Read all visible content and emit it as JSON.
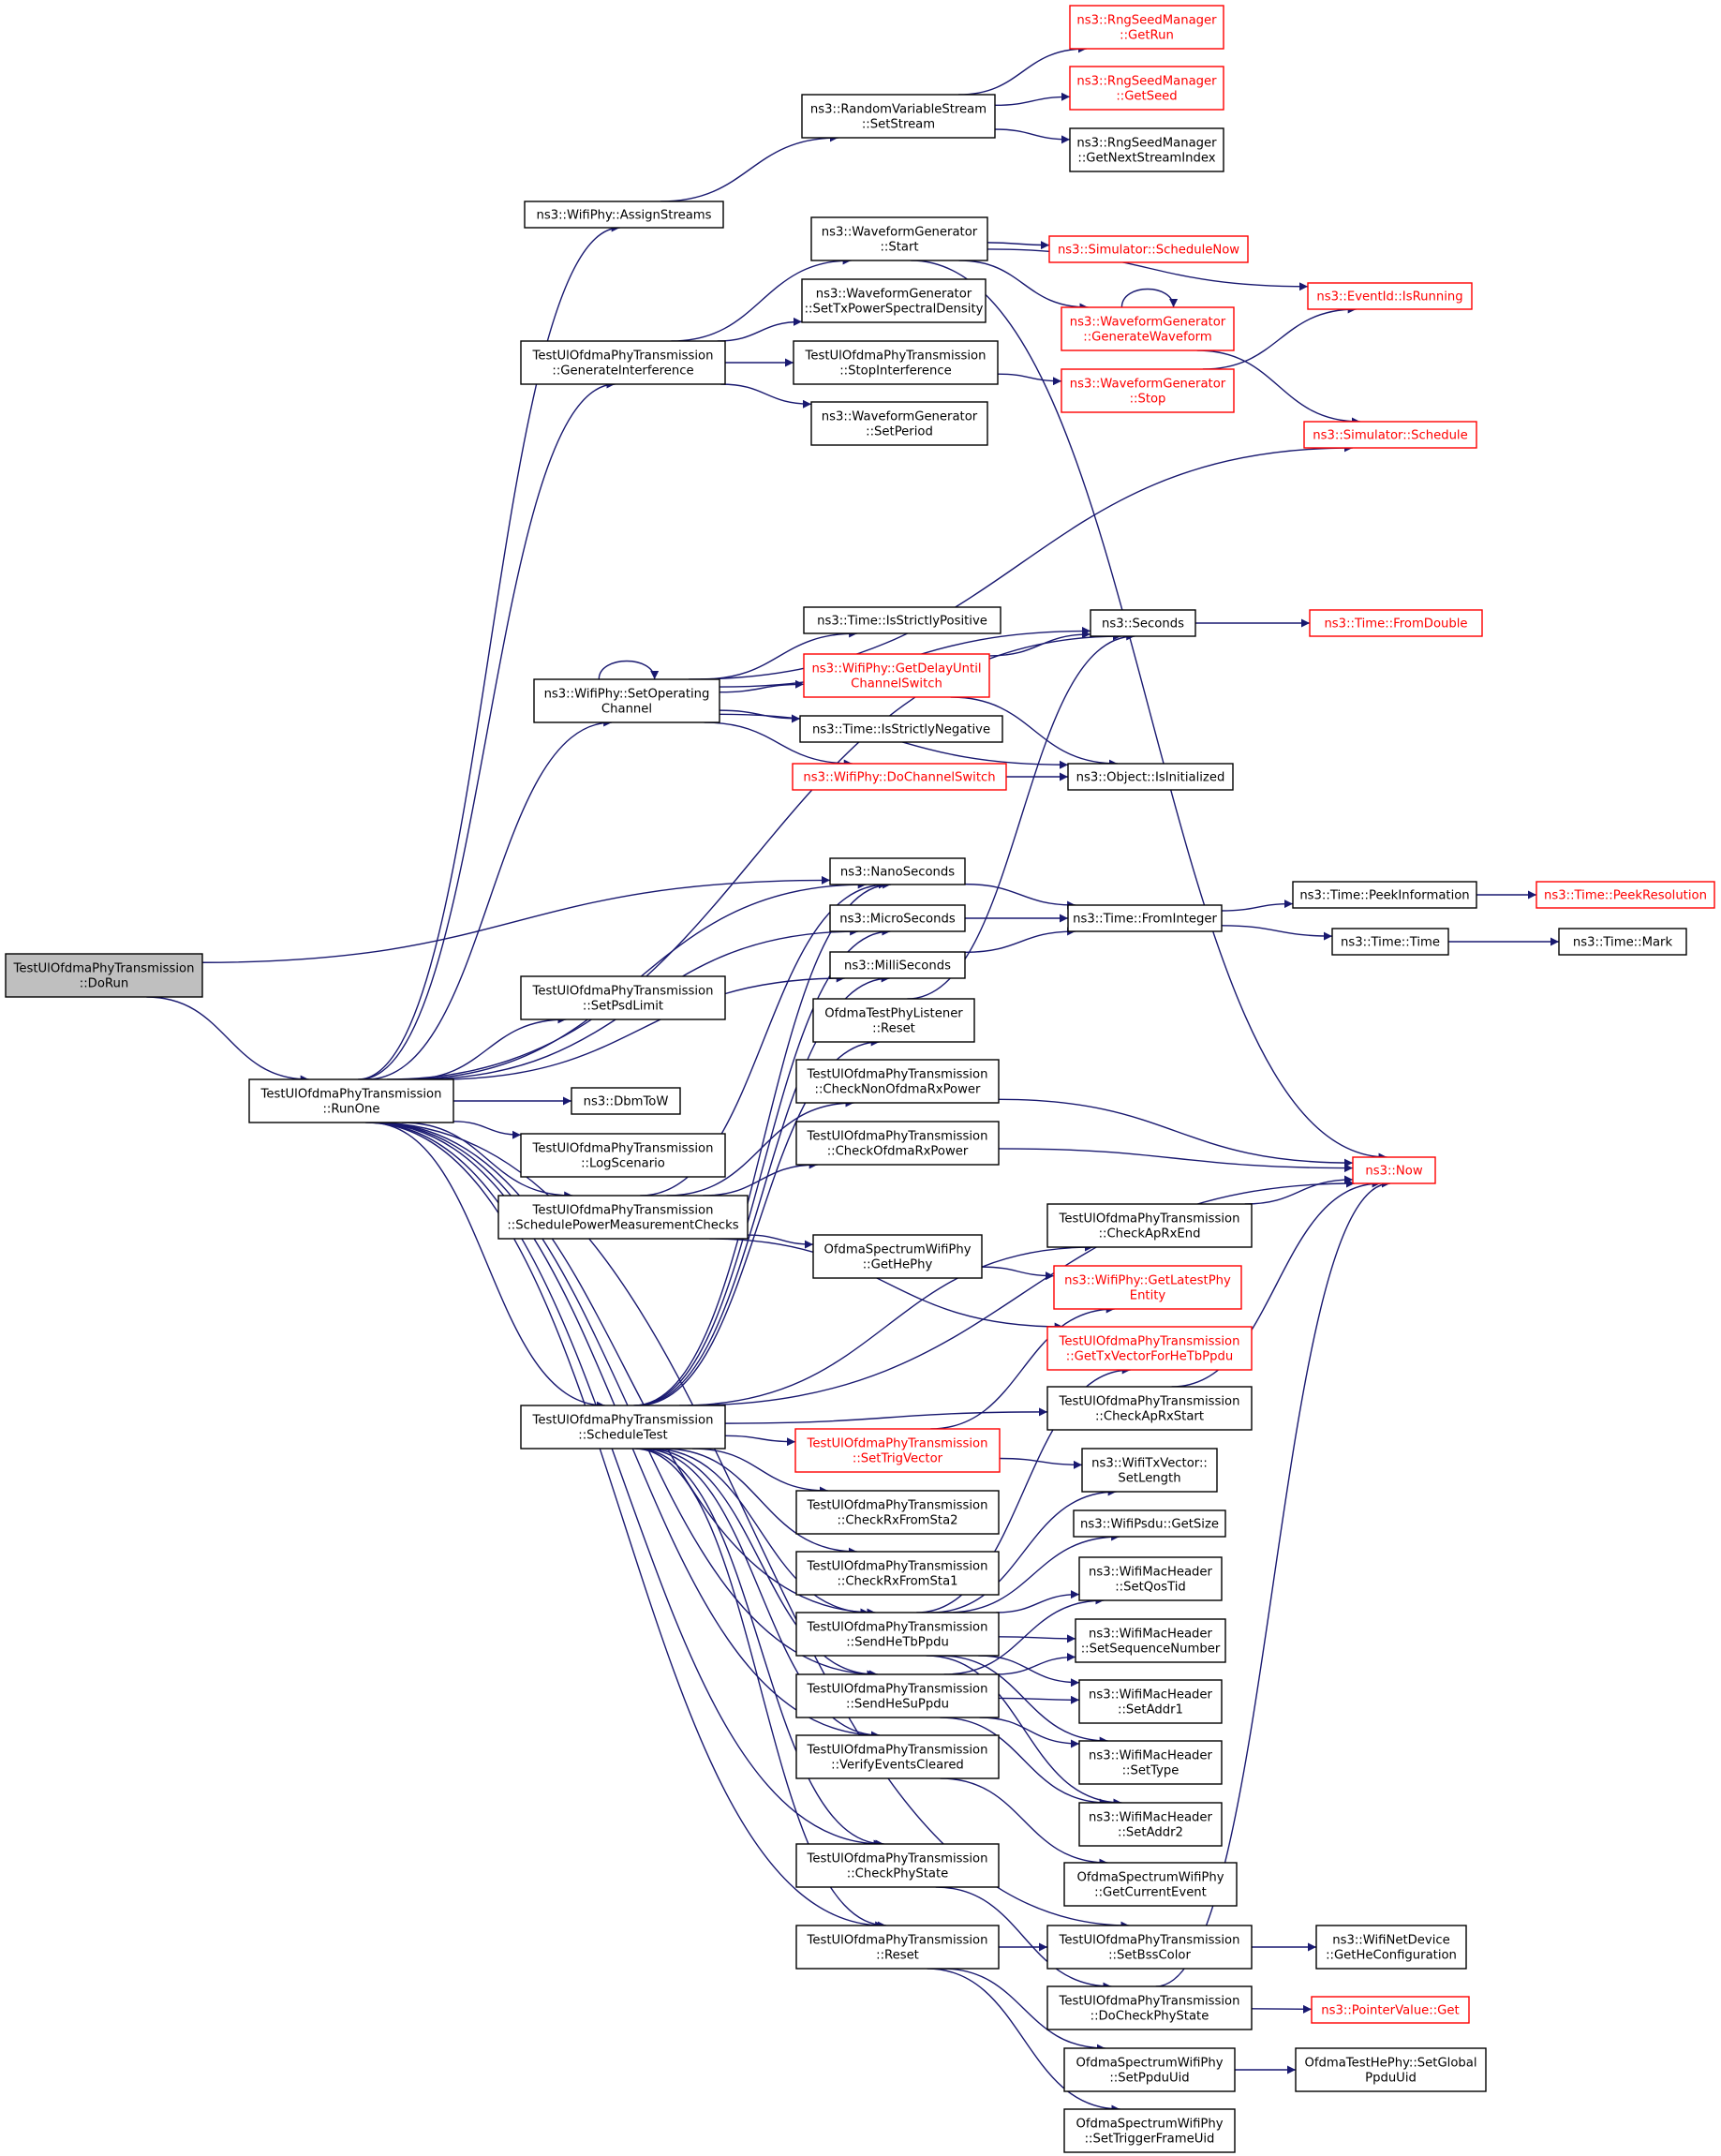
{
  "colors": {
    "edge": "#191970",
    "border": "#000000",
    "red_border": "#ff0000",
    "root_fill": "#bfbfbf",
    "background": "#ffffff"
  },
  "nodes": {
    "doRun": {
      "lines": [
        "TestUlOfdmaPhyTransmission",
        "::DoRun"
      ],
      "style": "root"
    },
    "runOne": {
      "lines": [
        "TestUlOfdmaPhyTransmission",
        "::RunOne"
      ],
      "style": "normal"
    },
    "assignStreams": {
      "lines": [
        "ns3::WifiPhy::AssignStreams"
      ],
      "style": "normal"
    },
    "setStream": {
      "lines": [
        "ns3::RandomVariableStream",
        "::SetStream"
      ],
      "style": "normal"
    },
    "getRun": {
      "lines": [
        "ns3::RngSeedManager",
        "::GetRun"
      ],
      "style": "red"
    },
    "getSeed": {
      "lines": [
        "ns3::RngSeedManager",
        "::GetSeed"
      ],
      "style": "red"
    },
    "getNextStream": {
      "lines": [
        "ns3::RngSeedManager",
        "::GetNextStreamIndex"
      ],
      "style": "normal"
    },
    "genInterf": {
      "lines": [
        "TestUlOfdmaPhyTransmission",
        "::GenerateInterference"
      ],
      "style": "normal"
    },
    "wgStart": {
      "lines": [
        "ns3::WaveformGenerator",
        "::Start"
      ],
      "style": "normal"
    },
    "wgSetTx": {
      "lines": [
        "ns3::WaveformGenerator",
        "::SetTxPowerSpectralDensity"
      ],
      "style": "normal"
    },
    "stopInterf": {
      "lines": [
        "TestUlOfdmaPhyTransmission",
        "::StopInterference"
      ],
      "style": "normal"
    },
    "wgSetPeriod": {
      "lines": [
        "ns3::WaveformGenerator",
        "::SetPeriod"
      ],
      "style": "normal"
    },
    "schedNow": {
      "lines": [
        "ns3::Simulator::ScheduleNow"
      ],
      "style": "red"
    },
    "wgGenWave": {
      "lines": [
        "ns3::WaveformGenerator",
        "::GenerateWaveform"
      ],
      "style": "red"
    },
    "wgStop": {
      "lines": [
        "ns3::WaveformGenerator",
        "::Stop"
      ],
      "style": "red"
    },
    "isRunning": {
      "lines": [
        "ns3::EventId::IsRunning"
      ],
      "style": "red"
    },
    "schedule": {
      "lines": [
        "ns3::Simulator::Schedule"
      ],
      "style": "red"
    },
    "setOpChan": {
      "lines": [
        "ns3::WifiPhy::SetOperating",
        "Channel"
      ],
      "style": "normal"
    },
    "isStrictPos": {
      "lines": [
        "ns3::Time::IsStrictlyPositive"
      ],
      "style": "normal"
    },
    "getDelay": {
      "lines": [
        "ns3::WifiPhy::GetDelayUntil",
        "ChannelSwitch"
      ],
      "style": "red"
    },
    "isStrictNeg": {
      "lines": [
        "ns3::Time::IsStrictlyNegative"
      ],
      "style": "normal"
    },
    "doChanSwitch": {
      "lines": [
        "ns3::WifiPhy::DoChannelSwitch"
      ],
      "style": "red"
    },
    "seconds": {
      "lines": [
        "ns3::Seconds"
      ],
      "style": "normal"
    },
    "fromDouble": {
      "lines": [
        "ns3::Time::FromDouble"
      ],
      "style": "red"
    },
    "isInit": {
      "lines": [
        "ns3::Object::IsInitialized"
      ],
      "style": "normal"
    },
    "nano": {
      "lines": [
        "ns3::NanoSeconds"
      ],
      "style": "normal"
    },
    "micro": {
      "lines": [
        "ns3::MicroSeconds"
      ],
      "style": "normal"
    },
    "milli": {
      "lines": [
        "ns3::MilliSeconds"
      ],
      "style": "normal"
    },
    "fromInt": {
      "lines": [
        "ns3::Time::FromInteger"
      ],
      "style": "normal"
    },
    "peekInfo": {
      "lines": [
        "ns3::Time::PeekInformation"
      ],
      "style": "normal"
    },
    "peekRes": {
      "lines": [
        "ns3::Time::PeekResolution"
      ],
      "style": "red"
    },
    "timeTime": {
      "lines": [
        "ns3::Time::Time"
      ],
      "style": "normal"
    },
    "timeMark": {
      "lines": [
        "ns3::Time::Mark"
      ],
      "style": "normal"
    },
    "setPsd": {
      "lines": [
        "TestUlOfdmaPhyTransmission",
        "::SetPsdLimit"
      ],
      "style": "normal"
    },
    "listReset": {
      "lines": [
        "OfdmaTestPhyListener",
        "::Reset"
      ],
      "style": "normal"
    },
    "dbm": {
      "lines": [
        "ns3::DbmToW"
      ],
      "style": "normal"
    },
    "chkNonOfdma": {
      "lines": [
        "TestUlOfdmaPhyTransmission",
        "::CheckNonOfdmaRxPower"
      ],
      "style": "normal"
    },
    "chkOfdma": {
      "lines": [
        "TestUlOfdmaPhyTransmission",
        "::CheckOfdmaRxPower"
      ],
      "style": "normal"
    },
    "logScen": {
      "lines": [
        "TestUlOfdmaPhyTransmission",
        "::LogScenario"
      ],
      "style": "normal"
    },
    "now": {
      "lines": [
        "ns3::Now"
      ],
      "style": "red"
    },
    "schedPow": {
      "lines": [
        "TestUlOfdmaPhyTransmission",
        "::SchedulePowerMeasurementChecks"
      ],
      "style": "normal"
    },
    "chkApRxEnd": {
      "lines": [
        "TestUlOfdmaPhyTransmission",
        "::CheckApRxEnd"
      ],
      "style": "normal"
    },
    "getHePhy": {
      "lines": [
        "OfdmaSpectrumWifiPhy",
        "::GetHePhy"
      ],
      "style": "normal"
    },
    "getLatest": {
      "lines": [
        "ns3::WifiPhy::GetLatestPhy",
        "Entity"
      ],
      "style": "red"
    },
    "getTxVec": {
      "lines": [
        "TestUlOfdmaPhyTransmission",
        "::GetTxVectorForHeTbPpdu"
      ],
      "style": "red"
    },
    "schedTest": {
      "lines": [
        "TestUlOfdmaPhyTransmission",
        "::ScheduleTest"
      ],
      "style": "normal"
    },
    "chkApRxStart": {
      "lines": [
        "TestUlOfdmaPhyTransmission",
        "::CheckApRxStart"
      ],
      "style": "normal"
    },
    "setTrig": {
      "lines": [
        "TestUlOfdmaPhyTransmission",
        "::SetTrigVector"
      ],
      "style": "red"
    },
    "setLength": {
      "lines": [
        "ns3::WifiTxVector::",
        "SetLength"
      ],
      "style": "normal"
    },
    "chkSta2": {
      "lines": [
        "TestUlOfdmaPhyTransmission",
        "::CheckRxFromSta2"
      ],
      "style": "normal"
    },
    "getSize": {
      "lines": [
        "ns3::WifiPsdu::GetSize"
      ],
      "style": "normal"
    },
    "chkSta1": {
      "lines": [
        "TestUlOfdmaPhyTransmission",
        "::CheckRxFromSta1"
      ],
      "style": "normal"
    },
    "setQos": {
      "lines": [
        "ns3::WifiMacHeader",
        "::SetQosTid"
      ],
      "style": "normal"
    },
    "sendTb": {
      "lines": [
        "TestUlOfdmaPhyTransmission",
        "::SendHeTbPpdu"
      ],
      "style": "normal"
    },
    "setSeq": {
      "lines": [
        "ns3::WifiMacHeader",
        "::SetSequenceNumber"
      ],
      "style": "normal"
    },
    "sendSu": {
      "lines": [
        "TestUlOfdmaPhyTransmission",
        "::SendHeSuPpdu"
      ],
      "style": "normal"
    },
    "setAddr1": {
      "lines": [
        "ns3::WifiMacHeader",
        "::SetAddr1"
      ],
      "style": "normal"
    },
    "verify": {
      "lines": [
        "TestUlOfdmaPhyTransmission",
        "::VerifyEventsCleared"
      ],
      "style": "normal"
    },
    "setType": {
      "lines": [
        "ns3::WifiMacHeader",
        "::SetType"
      ],
      "style": "normal"
    },
    "setAddr2": {
      "lines": [
        "ns3::WifiMacHeader",
        "::SetAddr2"
      ],
      "style": "normal"
    },
    "getCurEvt": {
      "lines": [
        "OfdmaSpectrumWifiPhy",
        "::GetCurrentEvent"
      ],
      "style": "normal"
    },
    "chkPhyState": {
      "lines": [
        "TestUlOfdmaPhyTransmission",
        "::CheckPhyState"
      ],
      "style": "normal"
    },
    "resetT": {
      "lines": [
        "TestUlOfdmaPhyTransmission",
        "::Reset"
      ],
      "style": "normal"
    },
    "setBss": {
      "lines": [
        "TestUlOfdmaPhyTransmission",
        "::SetBssColor"
      ],
      "style": "normal"
    },
    "getHeConf": {
      "lines": [
        "ns3::WifiNetDevice",
        "::GetHeConfiguration"
      ],
      "style": "normal"
    },
    "doChkPhy": {
      "lines": [
        "TestUlOfdmaPhyTransmission",
        "::DoCheckPhyState"
      ],
      "style": "normal"
    },
    "ptrGet": {
      "lines": [
        "ns3::PointerValue::Get"
      ],
      "style": "red"
    },
    "setPpdu": {
      "lines": [
        "OfdmaSpectrumWifiPhy",
        "::SetPpduUid"
      ],
      "style": "normal"
    },
    "setGlobal": {
      "lines": [
        "OfdmaTestHePhy::SetGlobal",
        "PpduUid"
      ],
      "style": "normal"
    },
    "setTrigUid": {
      "lines": [
        "OfdmaSpectrumWifiPhy",
        "::SetTriggerFrameUid"
      ],
      "style": "normal"
    }
  },
  "edges": [
    [
      "doRun",
      "runOne"
    ],
    [
      "doRun",
      "nano"
    ],
    [
      "runOne",
      "assignStreams"
    ],
    [
      "runOne",
      "genInterf"
    ],
    [
      "runOne",
      "setOpChan"
    ],
    [
      "runOne",
      "seconds"
    ],
    [
      "runOne",
      "nano"
    ],
    [
      "runOne",
      "micro"
    ],
    [
      "runOne",
      "milli"
    ],
    [
      "runOne",
      "setPsd"
    ],
    [
      "runOne",
      "dbm"
    ],
    [
      "runOne",
      "logScen"
    ],
    [
      "runOne",
      "schedPow"
    ],
    [
      "runOne",
      "schedTest"
    ],
    [
      "runOne",
      "sendTb"
    ],
    [
      "runOne",
      "sendSu"
    ],
    [
      "runOne",
      "verify"
    ],
    [
      "runOne",
      "chkPhyState"
    ],
    [
      "runOne",
      "resetT"
    ],
    [
      "runOne",
      "setBss"
    ],
    [
      "assignStreams",
      "setStream"
    ],
    [
      "setStream",
      "getRun"
    ],
    [
      "setStream",
      "getSeed"
    ],
    [
      "setStream",
      "getNextStream"
    ],
    [
      "genInterf",
      "wgStart"
    ],
    [
      "genInterf",
      "wgSetTx"
    ],
    [
      "genInterf",
      "stopInterf"
    ],
    [
      "genInterf",
      "wgSetPeriod"
    ],
    [
      "wgStart",
      "isRunning"
    ],
    [
      "wgStart",
      "schedNow"
    ],
    [
      "wgStart",
      "wgGenWave"
    ],
    [
      "wgStart",
      "now"
    ],
    [
      "wgGenWave",
      "wgGenWave"
    ],
    [
      "wgGenWave",
      "schedule"
    ],
    [
      "stopInterf",
      "wgStop"
    ],
    [
      "wgStop",
      "isRunning"
    ],
    [
      "setOpChan",
      "setOpChan"
    ],
    [
      "setOpChan",
      "schedule"
    ],
    [
      "setOpChan",
      "seconds"
    ],
    [
      "setOpChan",
      "isStrictPos"
    ],
    [
      "setOpChan",
      "getDelay"
    ],
    [
      "setOpChan",
      "isStrictNeg"
    ],
    [
      "setOpChan",
      "doChanSwitch"
    ],
    [
      "setOpChan",
      "isInit"
    ],
    [
      "getDelay",
      "seconds"
    ],
    [
      "getDelay",
      "isInit"
    ],
    [
      "doChanSwitch",
      "isInit"
    ],
    [
      "seconds",
      "fromDouble"
    ],
    [
      "nano",
      "fromInt"
    ],
    [
      "micro",
      "fromInt"
    ],
    [
      "milli",
      "fromInt"
    ],
    [
      "fromInt",
      "peekInfo"
    ],
    [
      "fromInt",
      "timeTime"
    ],
    [
      "peekInfo",
      "peekRes"
    ],
    [
      "timeTime",
      "timeMark"
    ],
    [
      "listReset",
      "seconds"
    ],
    [
      "chkNonOfdma",
      "now"
    ],
    [
      "chkOfdma",
      "now"
    ],
    [
      "schedPow",
      "nano"
    ],
    [
      "schedPow",
      "chkNonOfdma"
    ],
    [
      "schedPow",
      "chkOfdma"
    ],
    [
      "schedPow",
      "getHePhy"
    ],
    [
      "schedPow",
      "getTxVec"
    ],
    [
      "chkApRxEnd",
      "now"
    ],
    [
      "getHePhy",
      "getLatest"
    ],
    [
      "schedTest",
      "nano"
    ],
    [
      "schedTest",
      "micro"
    ],
    [
      "schedTest",
      "milli"
    ],
    [
      "schedTest",
      "listReset"
    ],
    [
      "schedTest",
      "now"
    ],
    [
      "schedTest",
      "chkApRxEnd"
    ],
    [
      "schedTest",
      "chkApRxStart"
    ],
    [
      "schedTest",
      "setTrig"
    ],
    [
      "schedTest",
      "chkSta2"
    ],
    [
      "schedTest",
      "chkSta1"
    ],
    [
      "schedTest",
      "sendTb"
    ],
    [
      "schedTest",
      "sendSu"
    ],
    [
      "schedTest",
      "verify"
    ],
    [
      "schedTest",
      "chkPhyState"
    ],
    [
      "schedTest",
      "resetT"
    ],
    [
      "chkApRxStart",
      "now"
    ],
    [
      "setTrig",
      "getLatest"
    ],
    [
      "setTrig",
      "setLength"
    ],
    [
      "sendTb",
      "getTxVec"
    ],
    [
      "sendTb",
      "setLength"
    ],
    [
      "sendTb",
      "getSize"
    ],
    [
      "sendTb",
      "setQos"
    ],
    [
      "sendTb",
      "setSeq"
    ],
    [
      "sendTb",
      "setAddr1"
    ],
    [
      "sendTb",
      "setType"
    ],
    [
      "sendTb",
      "setAddr2"
    ],
    [
      "sendSu",
      "setQos"
    ],
    [
      "sendSu",
      "setSeq"
    ],
    [
      "sendSu",
      "setAddr1"
    ],
    [
      "sendSu",
      "setType"
    ],
    [
      "sendSu",
      "setAddr2"
    ],
    [
      "verify",
      "getCurEvt"
    ],
    [
      "chkPhyState",
      "doChkPhy"
    ],
    [
      "resetT",
      "setBss"
    ],
    [
      "resetT",
      "setPpdu"
    ],
    [
      "resetT",
      "setTrigUid"
    ],
    [
      "setBss",
      "getHeConf"
    ],
    [
      "doChkPhy",
      "now"
    ],
    [
      "doChkPhy",
      "ptrGet"
    ],
    [
      "setPpdu",
      "setGlobal"
    ]
  ]
}
